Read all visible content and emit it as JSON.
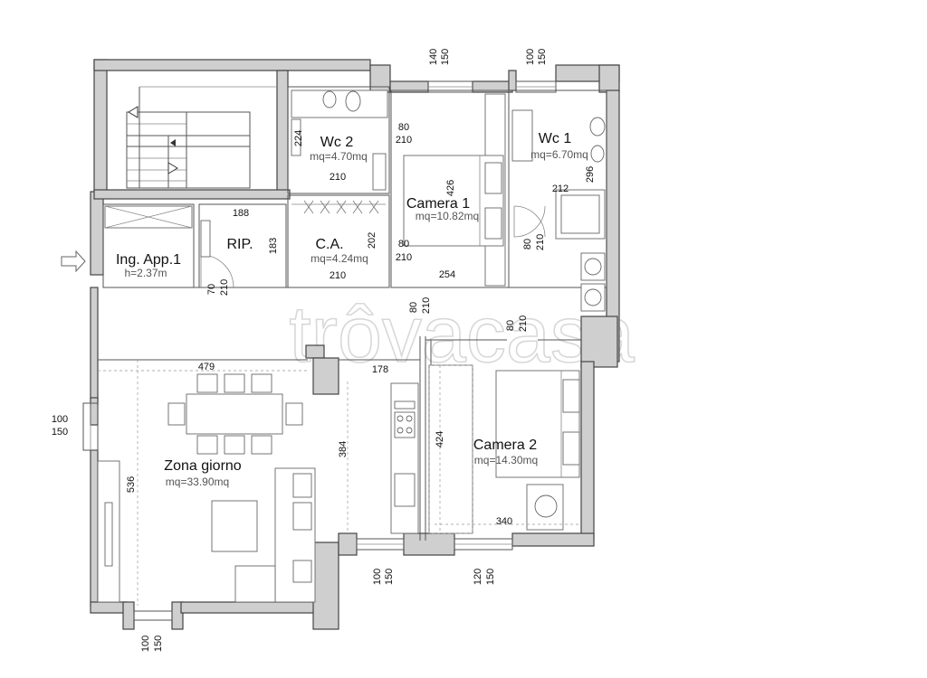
{
  "watermark": "trôvacasa",
  "rooms": [
    {
      "id": "wc2",
      "name": "Wc 2",
      "area": "mq=4.70mq"
    },
    {
      "id": "wc1",
      "name": "Wc 1",
      "area": "mq=6.70mq"
    },
    {
      "id": "camera1",
      "name": "Camera 1",
      "area": "mq=10.82mq"
    },
    {
      "id": "ingresso",
      "name": "Ing. App.1",
      "area": "h=2.37m"
    },
    {
      "id": "rip",
      "name": "RIP.",
      "area": ""
    },
    {
      "id": "ca",
      "name": "C.A.",
      "area": "mq=4.24mq"
    },
    {
      "id": "camera2",
      "name": "Camera 2",
      "area": "mq=14.30mq"
    },
    {
      "id": "zona",
      "name": "Zona giorno",
      "area": "mq=33.90mq"
    }
  ],
  "dimensions": {
    "win_top_1_w": "140",
    "win_top_1_h": "150",
    "win_top_2_w": "100",
    "win_top_2_h": "150",
    "wc2_door_w": "80",
    "wc2_door_h": "210",
    "wc2_depth": "224",
    "wc2_width": "210",
    "wc1_depth": "296",
    "wc1_width": "212",
    "wc1_door_w": "80",
    "wc1_door_h": "210",
    "camera1_depth": "426",
    "camera1_width": "254",
    "camera1_door_w": "80",
    "camera1_door_h": "210",
    "rip_width": "188",
    "rip_depth": "183",
    "rip_door_w": "70",
    "rip_door_h": "210",
    "ca_depth": "202",
    "ca_width": "210",
    "hall_door_w": "80",
    "hall_door_h": "210",
    "camera2_door_w": "80",
    "camera2_door_h": "210",
    "zona_width": "479",
    "zona_depth": "536",
    "kitchen_width": "178",
    "kitchen_depth": "384",
    "camera2_depth": "424",
    "camera2_width": "340",
    "win_left_w": "100",
    "win_left_h": "150",
    "win_bottom_1_w": "100",
    "win_bottom_1_h": "150",
    "win_bottom_2_w": "120",
    "win_bottom_2_h": "150",
    "win_bottom_3_w": "100",
    "win_bottom_3_h": "150"
  }
}
